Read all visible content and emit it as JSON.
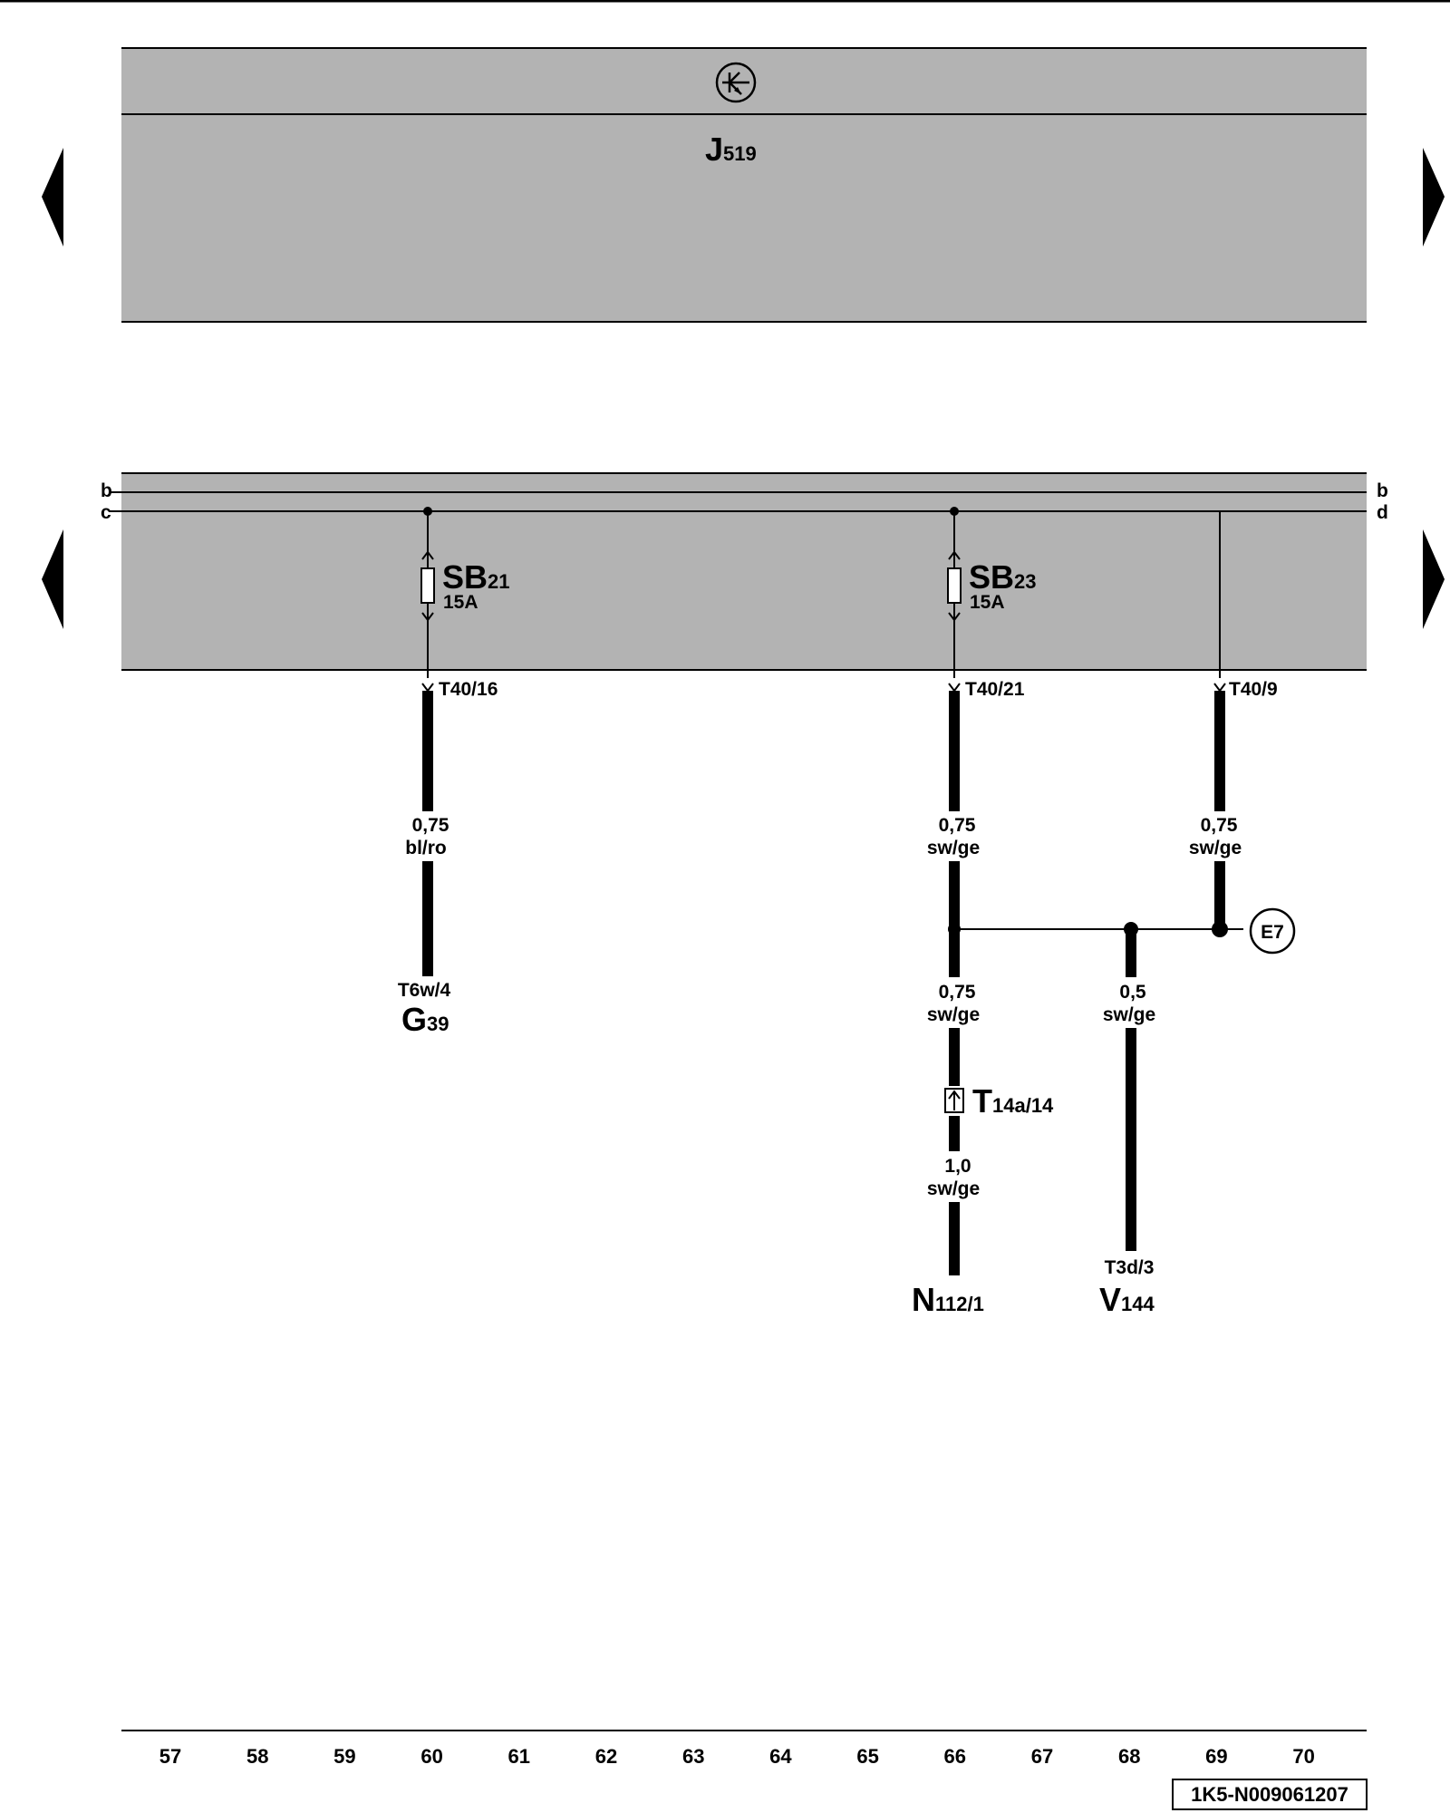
{
  "control_unit": {
    "name": "J",
    "sub": "519"
  },
  "icons": {
    "control_unit_symbol": "electronic-control-unit-icon",
    "nav": "triangle-arrow-icon"
  },
  "buses": {
    "left": [
      "b",
      "c"
    ],
    "right": [
      "b",
      "d"
    ]
  },
  "fuses": [
    {
      "name": "SB",
      "sub": "21",
      "rating": "15A"
    },
    {
      "name": "SB",
      "sub": "23",
      "rating": "15A"
    }
  ],
  "pins": {
    "p1": "T40/16",
    "p2": "T40/21",
    "p3": "T40/9"
  },
  "wires": {
    "w1": {
      "size": "0,75",
      "color": "bl/ro"
    },
    "w2": {
      "size": "0,75",
      "color": "sw/ge"
    },
    "w3": {
      "size": "0,75",
      "color": "sw/ge"
    },
    "w4": {
      "size": "0,75",
      "color": "sw/ge"
    },
    "w5": {
      "size": "0,5",
      "color": "sw/ge"
    },
    "w6": {
      "size": "1,0",
      "color": "sw/ge"
    }
  },
  "ground_connection": "E7",
  "connector": {
    "name": "T",
    "sub": "14a/14"
  },
  "components": {
    "g39": {
      "pin": "T6w/4",
      "name": "G",
      "sub": "39"
    },
    "n112": {
      "name": "N",
      "sub": "112/1"
    },
    "v144": {
      "pin": "T3d/3",
      "name": "V",
      "sub": "144"
    }
  },
  "columns": [
    "57",
    "58",
    "59",
    "60",
    "61",
    "62",
    "63",
    "64",
    "65",
    "66",
    "67",
    "68",
    "69",
    "70"
  ],
  "document_id": "1K5-N009061207"
}
